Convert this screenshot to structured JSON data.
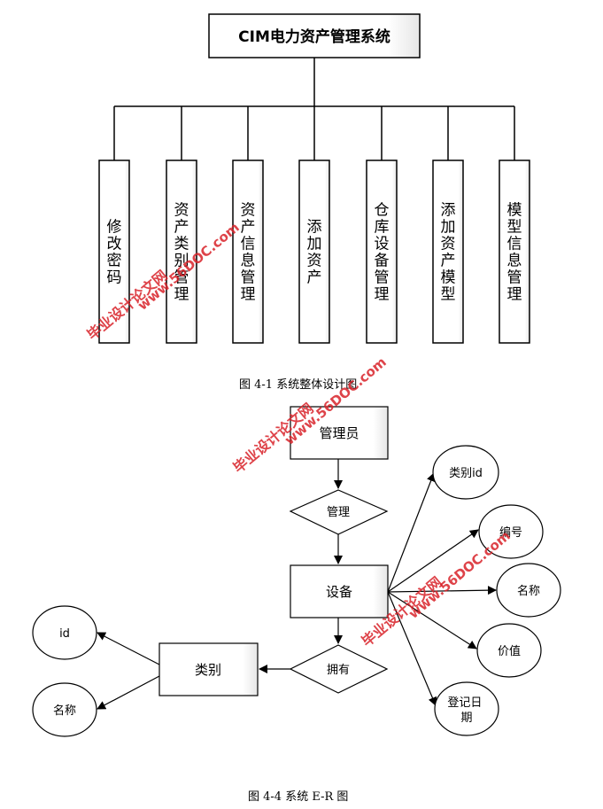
{
  "hierarchy": {
    "root": "CIM电力资产管理系统",
    "modules": [
      "修改密码",
      "资产类别管理",
      "资产信息管理",
      "添加资产",
      "仓库设备管理",
      "添加资产模型",
      "模型信息管理"
    ],
    "caption": "图 4-1 系统整体设计图"
  },
  "er": {
    "admin": "管理员",
    "manage_relation": "管理",
    "device": "设备",
    "own_relation": "拥有",
    "category": "类别",
    "device_attributes": [
      "类别id",
      "编号",
      "名称",
      "价值",
      "登记日期"
    ],
    "category_attributes": [
      "id",
      "名称"
    ],
    "caption": "图 4-4 系统 E-R 图"
  },
  "watermarks": [
    "毕业设计论文网",
    "www.56DOC.com",
    "毕业设计论文网",
    "www.56DOC.com",
    "毕业设计论文网",
    "www.56DOC.com"
  ]
}
